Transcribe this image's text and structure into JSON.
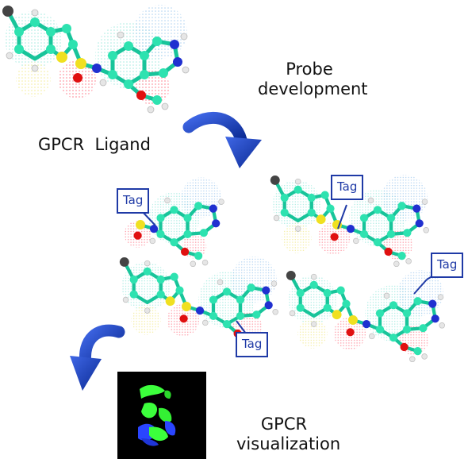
{
  "labels": {
    "probe_line1": "Probe",
    "probe_line2": "development",
    "ligand": "GPCR  Ligand",
    "vis_line1": "GPCR",
    "vis_line2": "visualization"
  },
  "tags": {
    "t1": "Tag",
    "t2": "Tag",
    "t3": "Tag",
    "t4": "Tag"
  },
  "colors": {
    "carbon": "#2ee2b0",
    "bond": "#18c49a",
    "nitrogen": "#2030d0",
    "oxygen": "#e01010",
    "sulfur": "#f0e020",
    "hydrogen": "#e6e6e6",
    "arrow": "#1d3fb0",
    "tag_border": "#1f3aa6",
    "microscopy_green": "#3cff3c",
    "microscopy_blue": "#2a45ff"
  }
}
